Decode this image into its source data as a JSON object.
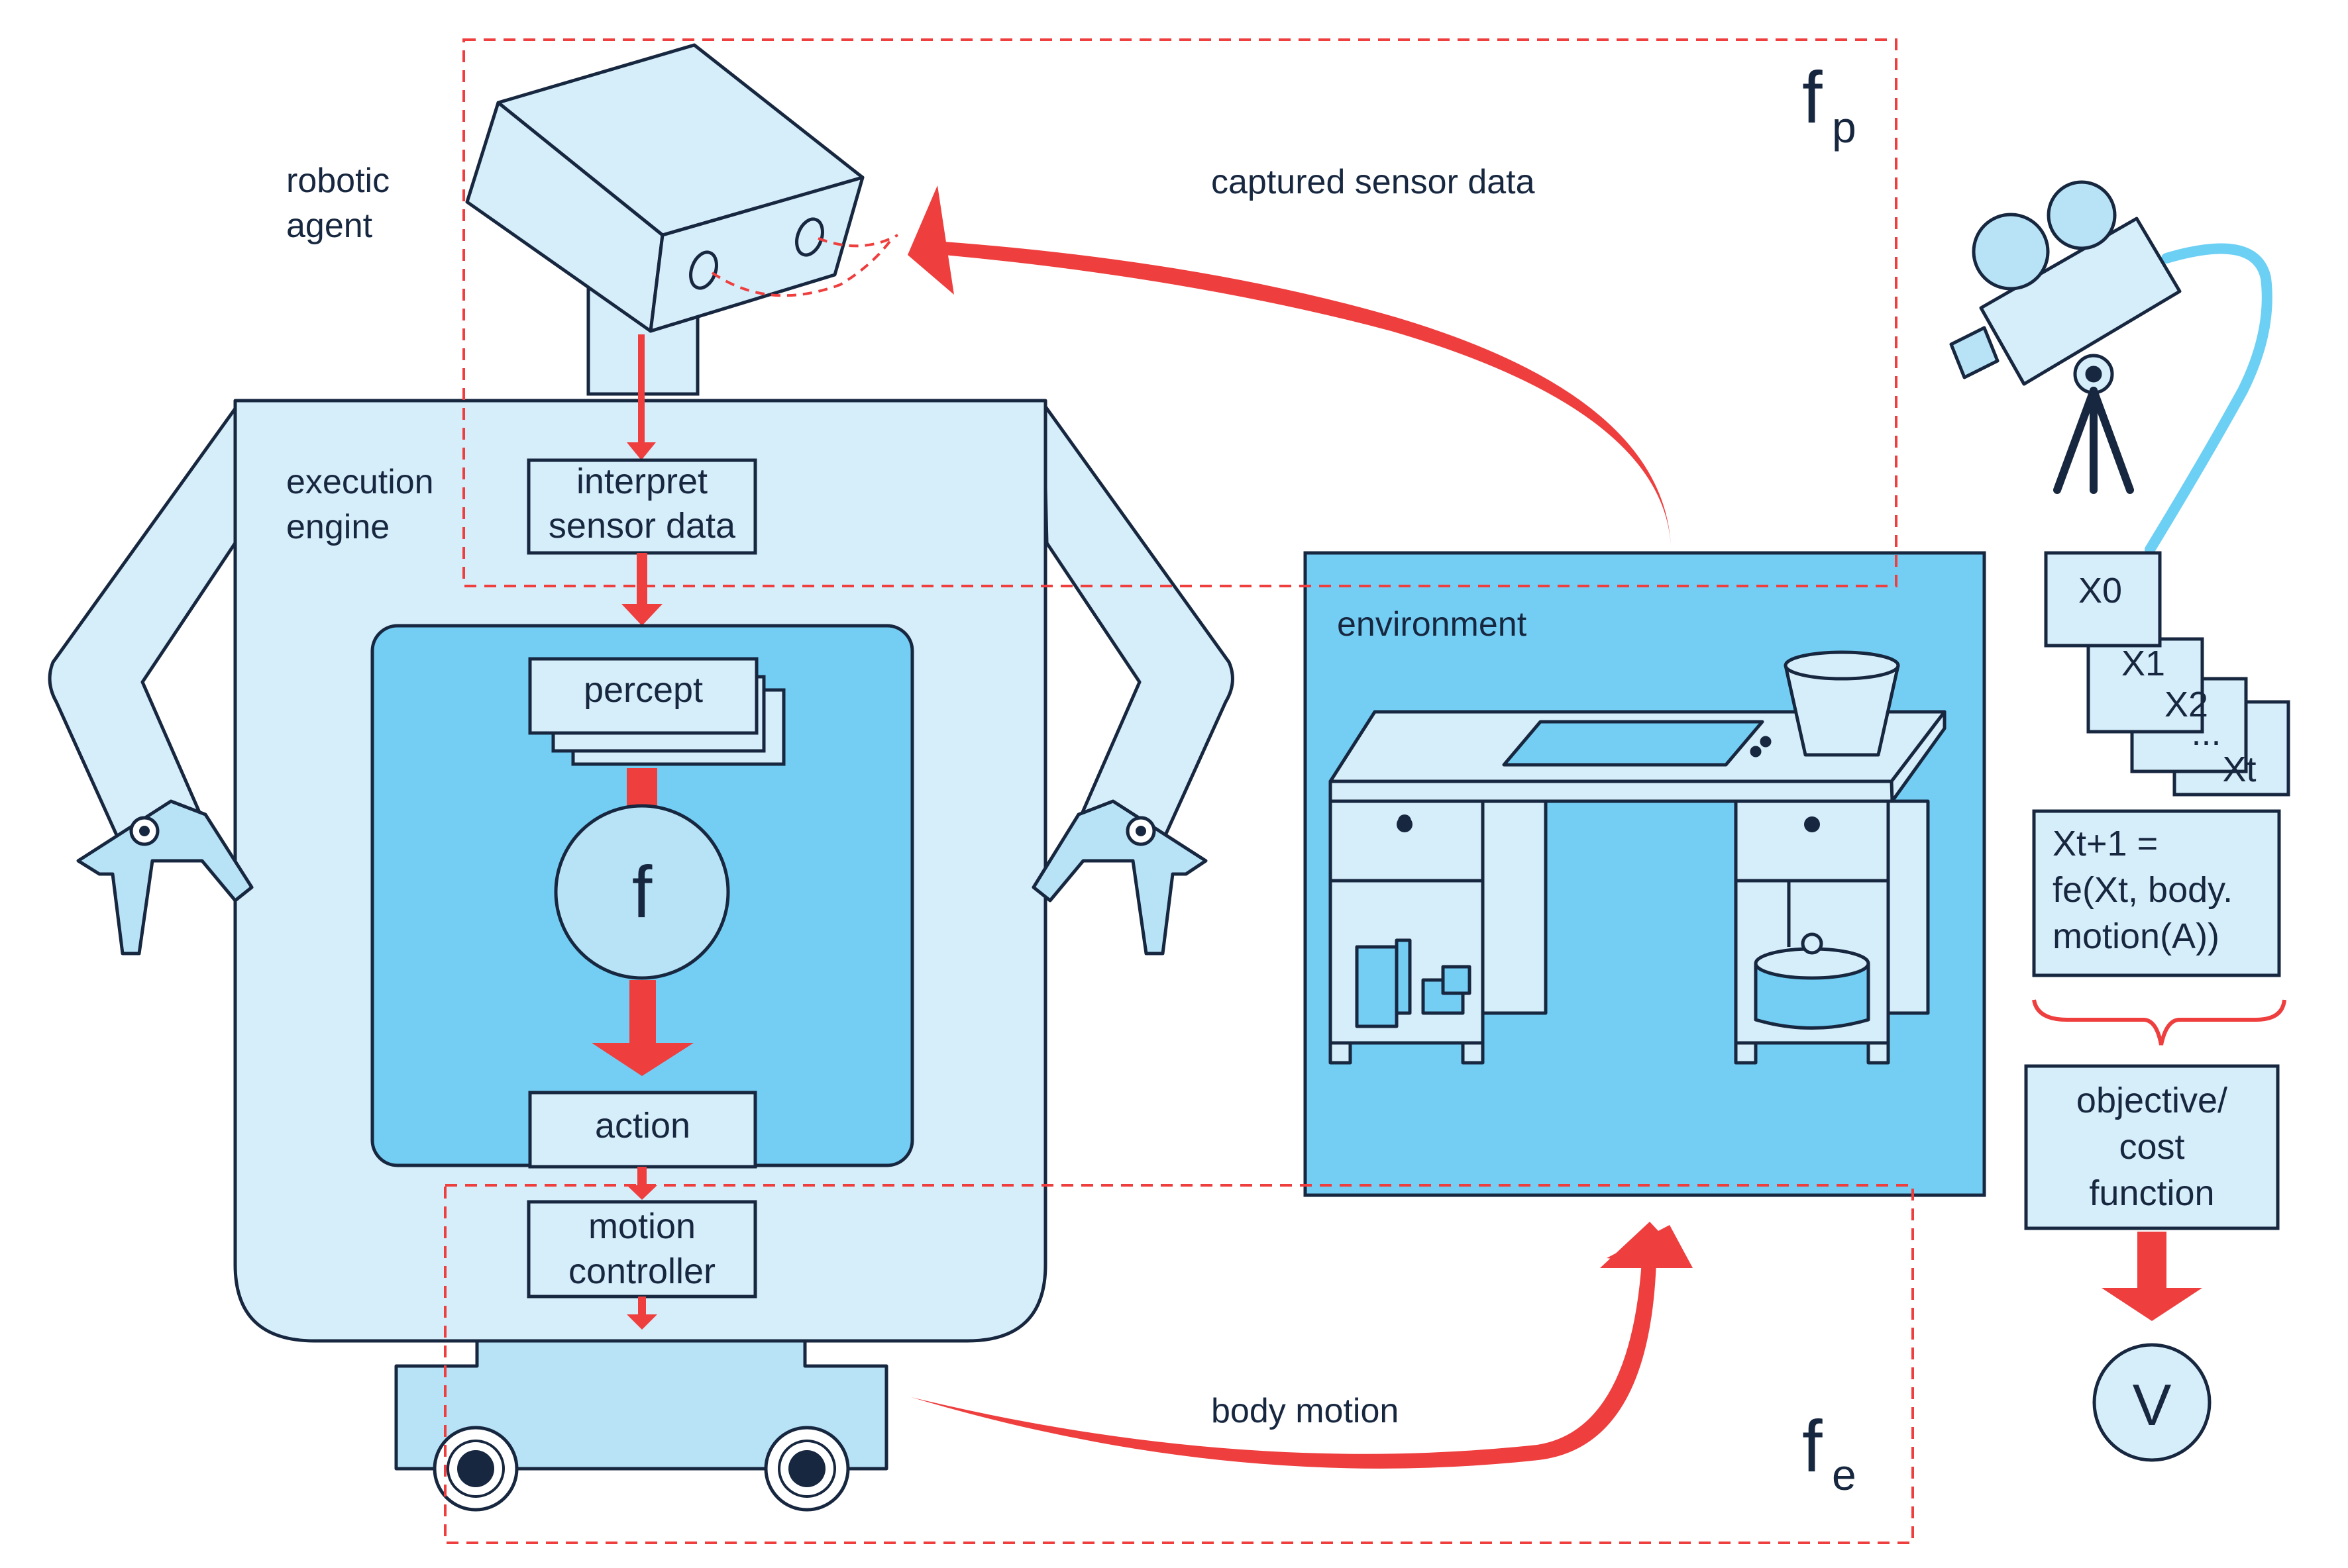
{
  "labels": {
    "robotic_agent_line1": "robotic",
    "robotic_agent_line2": "agent",
    "execution_engine_line1": "execution",
    "execution_engine_line2": "engine",
    "captured_sensor_data": "captured sensor data",
    "body_motion": "body motion",
    "environment": "environment"
  },
  "boxes": {
    "interpret_line1": "interpret",
    "interpret_line2": "sensor data",
    "percept": "percept",
    "policy_symbol": "f",
    "action": "action",
    "motion_line1": "motion",
    "motion_line2": "controller"
  },
  "frames": {
    "fp_main": "f",
    "fp_sub": "p",
    "fe_main": "f",
    "fe_sub": "e"
  },
  "simulation": {
    "states": [
      "X0",
      "X1",
      "X2",
      "...",
      "Xt"
    ],
    "transition_line1": "Xt+1 =",
    "transition_line2": "fe(Xt, body.",
    "transition_line3": "motion(A))",
    "objective_line1": "objective/",
    "objective_line2": "cost",
    "objective_line3": "function",
    "value_symbol": "V"
  },
  "colors": {
    "dark_navy": "#17273f",
    "light_blue": "#d6eefa",
    "medium_blue": "#74cef4",
    "red_arrow": "#ee3e3e",
    "cable_blue": "#6ccff4"
  }
}
